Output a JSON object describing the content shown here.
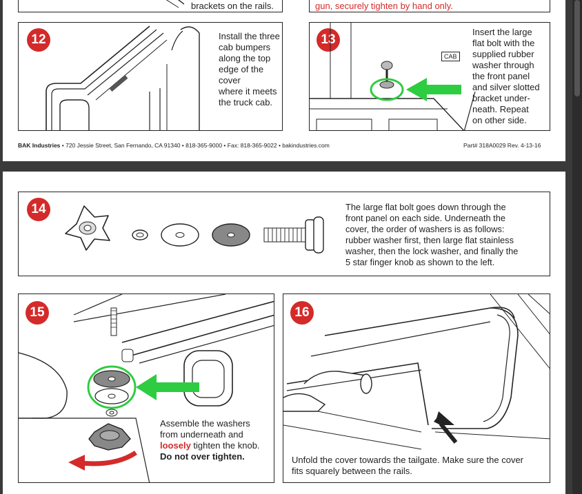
{
  "page1": {
    "top_left_text": "brackets on the rails.",
    "top_right_warning": "gun, securely tighten by hand only.",
    "step12": {
      "number": "12",
      "text_lines": [
        "Install the three",
        "cab bumpers",
        "along the top",
        "edge of the cover",
        "where it meets",
        "the truck cab."
      ]
    },
    "step13": {
      "number": "13",
      "cab_label": "CAB",
      "text_lines": [
        "Insert the large",
        "flat bolt with the",
        "supplied rubber",
        "washer through",
        "the front panel",
        "and silver slotted",
        "bracket under-",
        "neath. Repeat",
        "on other side."
      ]
    },
    "footer": {
      "company": "BAK Industries",
      "address": " • 720 Jessie Street, San Fernando, CA 91340 • 818-365-9000 • Fax: 818-365-9022 • bakindustries.com",
      "part": "Part# 318A0029 Rev. 4-13-16"
    }
  },
  "page2": {
    "step14": {
      "number": "14",
      "text_lines": [
        "The large flat bolt goes down through the",
        "front panel on each side. Underneath the",
        "cover, the order of washers is as follows:",
        "rubber washer first, then large flat stainless",
        "washer, then the lock washer, and finally the",
        "5 star finger knob as shown to the left."
      ]
    },
    "step15": {
      "number": "15",
      "line1": "Assemble the washers",
      "line2": "from underneath and",
      "line3_red": "loosely",
      "line3_rest": " tighten the knob.",
      "line4_bold": "Do not over tighten."
    },
    "step16": {
      "number": "16",
      "text_lines": [
        "Unfold the cover towards the tailgate. Make sure the cover",
        "fits squarely between the rails."
      ]
    }
  },
  "colors": {
    "badge_red": "#d42a2a",
    "arrow_green": "#2ecc40",
    "viewer_bg": "#3a3a3a"
  }
}
